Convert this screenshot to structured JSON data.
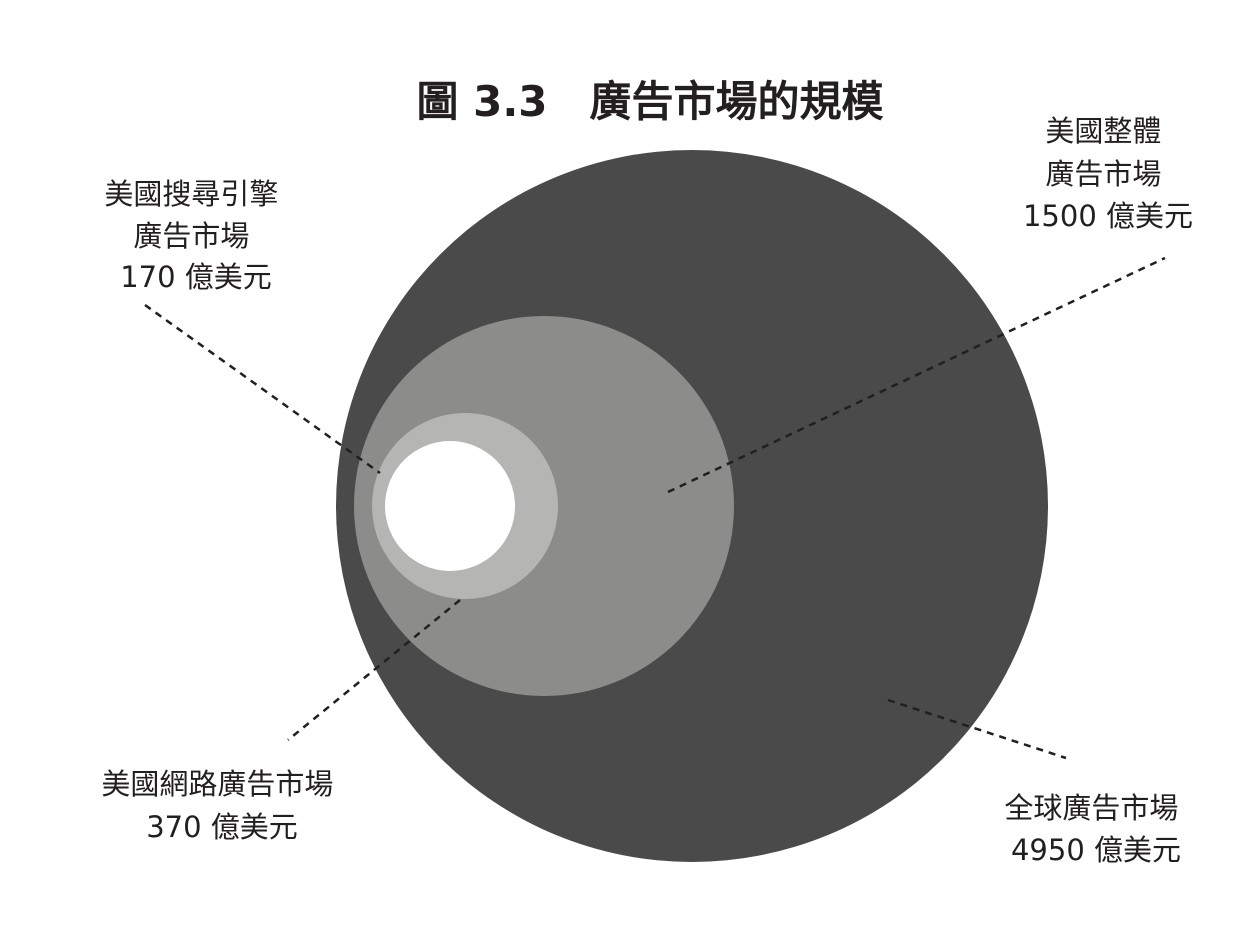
{
  "title": "圖 3.3　廣告市場的規模",
  "colors": {
    "global": "#4b4a4b",
    "us_total": "#8c8c8b",
    "us_online": "#b5b5b4",
    "us_search": "#ffffff",
    "text": "#231f20"
  },
  "markets": [
    {
      "key": "global",
      "label_lines": [
        "全球廣告市場",
        "4950 億美元"
      ],
      "value": 4950,
      "unit": "億美元"
    },
    {
      "key": "us_total",
      "label_lines": [
        "美國整體",
        "廣告市場",
        "1500 億美元"
      ],
      "value": 1500,
      "unit": "億美元"
    },
    {
      "key": "us_online",
      "label_lines": [
        "美國網路廣告市場",
        "370 億美元"
      ],
      "value": 370,
      "unit": "億美元"
    },
    {
      "key": "us_search",
      "label_lines": [
        "美國搜尋引擎",
        "廣告市場",
        "170 億美元"
      ],
      "value": 170,
      "unit": "億美元"
    }
  ]
}
